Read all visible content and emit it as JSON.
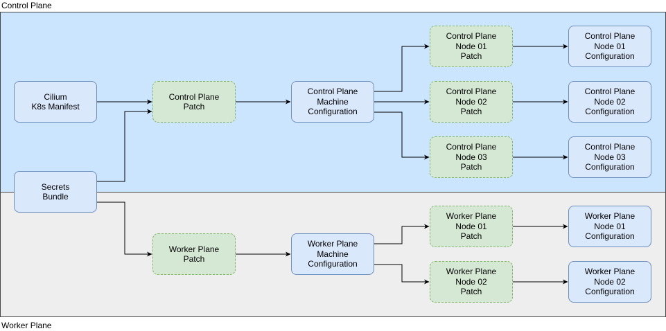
{
  "regions": {
    "control_plane_label": "Control Plane",
    "worker_plane_label": "Worker Plane"
  },
  "nodes": {
    "cilium": "Cilium\nK8s Manifest",
    "secrets": "Secrets\nBundle",
    "cp_patch": "Control Plane\nPatch",
    "cp_machine_config": "Control Plane\nMachine\nConfiguration",
    "cp_node01_patch": "Control Plane\nNode 01\nPatch",
    "cp_node02_patch": "Control Plane\nNode 02\nPatch",
    "cp_node03_patch": "Control Plane\nNode 03\nPatch",
    "cp_node01_config": "Control Plane\nNode 01\nConfiguration",
    "cp_node02_config": "Control Plane\nNode 02\nConfiguration",
    "cp_node03_config": "Control Plane\nNode 03\nConfiguration",
    "wp_patch": "Worker Plane\nPatch",
    "wp_machine_config": "Worker Plane\nMachine\nConfiguration",
    "wp_node01_patch": "Worker Plane\nNode 01\nPatch",
    "wp_node02_patch": "Worker Plane\nNode 02\nPatch",
    "wp_node01_config": "Worker Plane\nNode 01\nConfiguration",
    "wp_node02_config": "Worker Plane\nNode 02\nConfiguration"
  },
  "colors": {
    "control_plane_bg": "#cce5ff",
    "worker_plane_bg": "#eeeeee",
    "config_node_fill": "#dae8fc",
    "config_node_stroke": "#6c8ebf",
    "patch_node_fill": "#d5e8d4",
    "patch_node_stroke": "#82b366"
  }
}
